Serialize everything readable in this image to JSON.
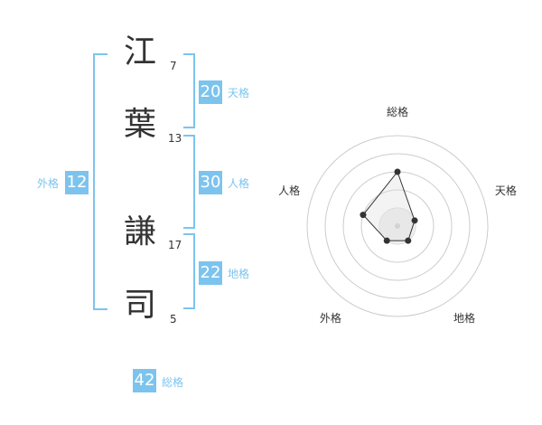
{
  "name": {
    "characters": [
      {
        "char": "江",
        "strokes": "7"
      },
      {
        "char": "葉",
        "strokes": "13"
      },
      {
        "char": "謙",
        "strokes": "17"
      },
      {
        "char": "司",
        "strokes": "5"
      }
    ]
  },
  "fortune": {
    "ten": {
      "value": "20",
      "label": "天格"
    },
    "jin": {
      "value": "30",
      "label": "人格"
    },
    "chi": {
      "value": "22",
      "label": "地格"
    },
    "gai": {
      "value": "12",
      "label": "外格"
    },
    "sou": {
      "value": "42",
      "label": "総格"
    }
  },
  "colors": {
    "accent": "#7cc4ee",
    "text": "#333333",
    "grid": "#cccccc"
  },
  "chart_data": {
    "type": "radar",
    "categories": [
      "総格",
      "天格",
      "地格",
      "外格",
      "人格"
    ],
    "values": [
      3,
      1,
      1,
      1,
      2
    ],
    "rlim": [
      0,
      5
    ],
    "grid": true
  }
}
